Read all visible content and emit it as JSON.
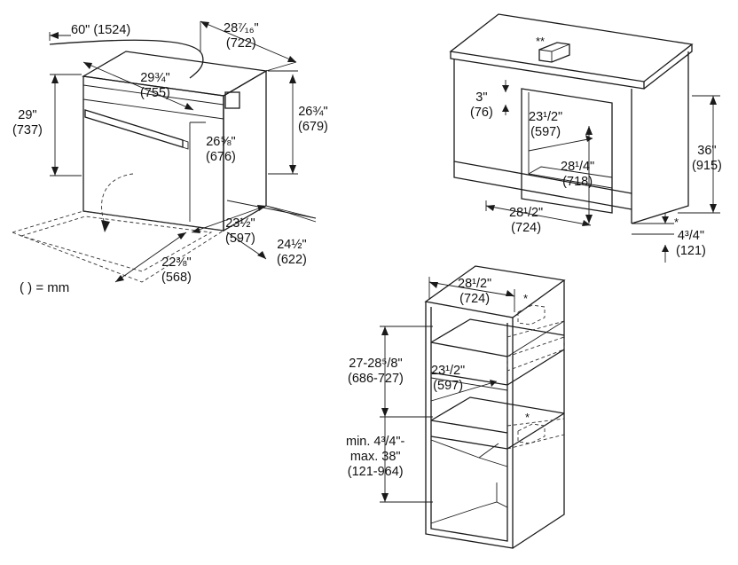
{
  "oven": {
    "cord": {
      "in": "60\"",
      "mm": "(1524)"
    },
    "total_depth": {
      "in": "28⁷⁄₁₆\"",
      "mm": "(722)"
    },
    "width": {
      "in": "29¾\"",
      "mm": "(755)"
    },
    "height": {
      "in": "29\"",
      "mm": "(737)"
    },
    "body_height": {
      "in": "26¾\"",
      "mm": "(679)"
    },
    "inner_height": {
      "in": "26⅝\"",
      "mm": "(676)"
    },
    "body_width": {
      "in": "23½\"",
      "mm": "(597)"
    },
    "body_depth": {
      "in": "24½\"",
      "mm": "(622)"
    },
    "door_swing": {
      "in": "22⅜\"",
      "mm": "(568)"
    },
    "legend": "( ) = mm"
  },
  "under_counter": {
    "marker": "**",
    "top_gap": {
      "in": "3\"",
      "mm": "(76)"
    },
    "opening_width": {
      "in": "23¹/2\"",
      "mm": "(597)"
    },
    "opening_height": {
      "in": "28¹/4\"",
      "mm": "(718)"
    },
    "cabinet_width": {
      "in": "28¹/2\"",
      "mm": "(724)"
    },
    "counter_height": {
      "in": "36\"",
      "mm": "(915)"
    },
    "floor_gap": {
      "marker": "*",
      "in": "4³/4\"",
      "mm": "(121)"
    }
  },
  "tall_cabinet": {
    "cabinet_width": {
      "in": "28¹/2\"",
      "mm": "(724)"
    },
    "marker_top": "*",
    "opening_height": {
      "in": "27-28⁵/8\"",
      "mm": "(686-727)"
    },
    "opening_width": {
      "in": "23¹/2\"",
      "mm": "(597)"
    },
    "marker_bottom": "*",
    "base_height": {
      "line1": "min. 4³/4\"-",
      "line2": "max. 38\"",
      "mm": "(121-964)"
    }
  }
}
